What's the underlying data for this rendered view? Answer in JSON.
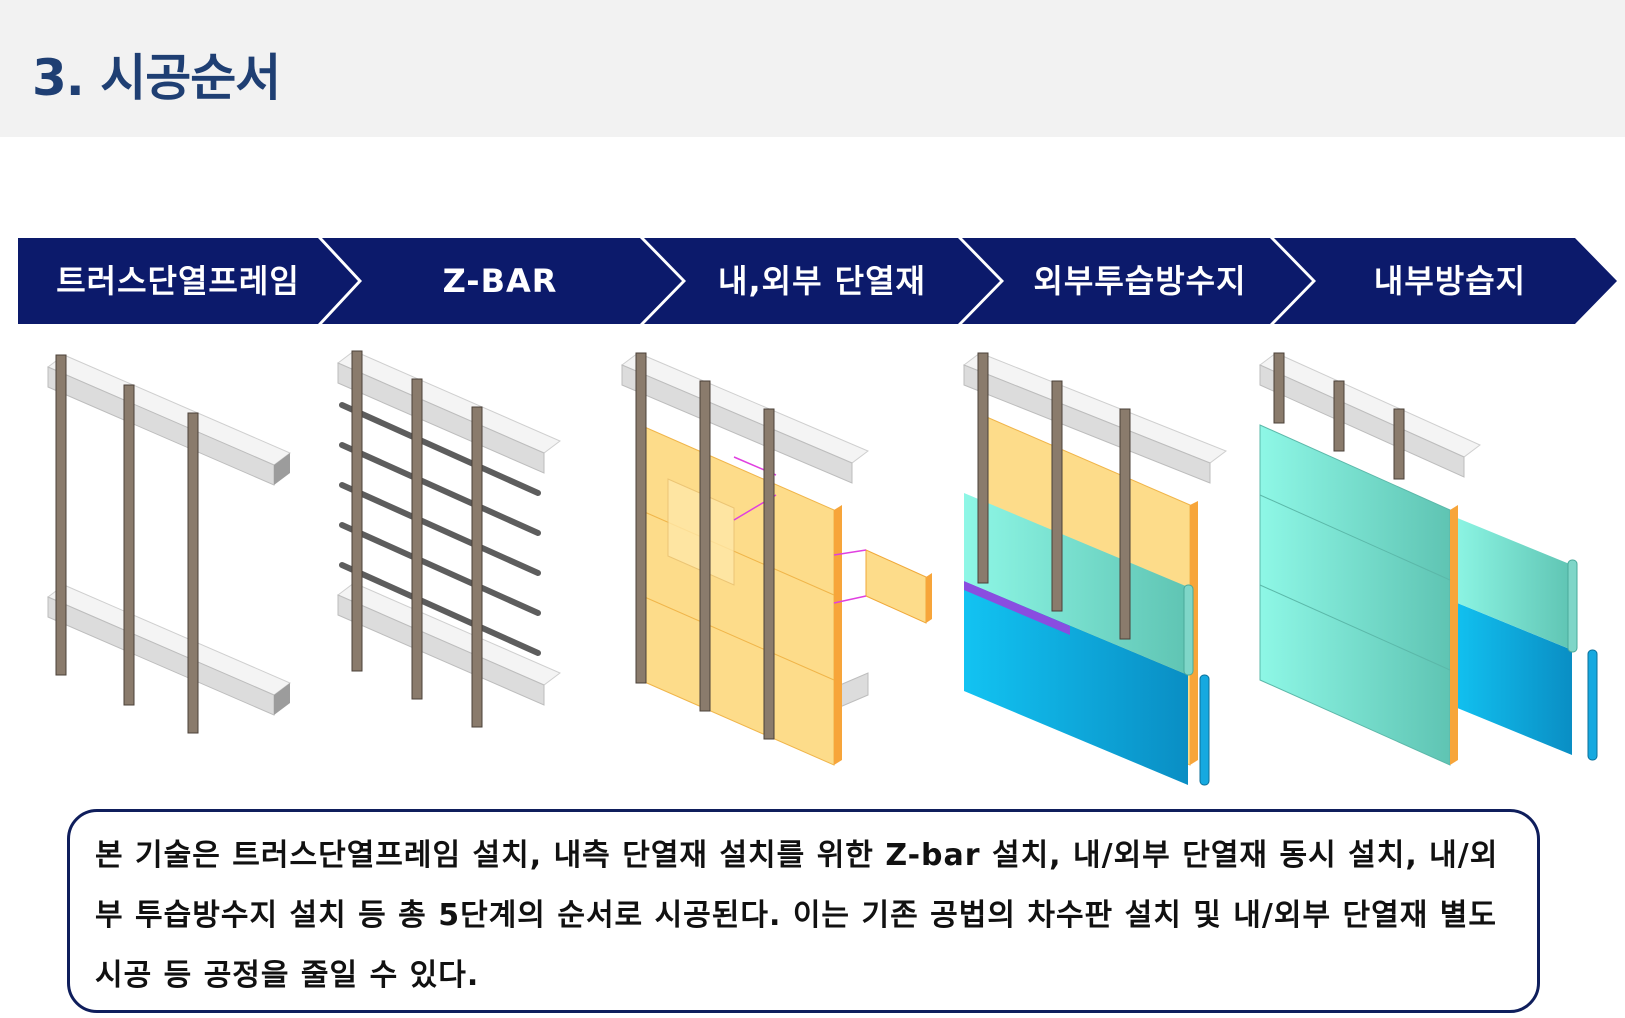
{
  "header": {
    "title": "3. 시공순서"
  },
  "steps": [
    {
      "label": "트러스단열프레임"
    },
    {
      "label": "Z-BAR"
    },
    {
      "label": "내,외부 단열재"
    },
    {
      "label": "외부투습방수지"
    },
    {
      "label": "내부방습지"
    }
  ],
  "colors": {
    "header_bg": "#f2f2f2",
    "title": "#1f3f73",
    "chevron": "#0c1a6b",
    "frame": "#8a7b6c",
    "slab": "#e6e6e6",
    "insulation": "#fddc8a",
    "membrane_outer": "#19b8e8",
    "membrane_inner": "#7eebd8"
  },
  "description": {
    "text": "본 기술은 트러스단열프레임 설치, 내측 단열재 설치를 위한 Z-bar 설치, 내/외부 단열재 동시 설치, 내/외부 투습방수지 설치 등 총 5단계의 순서로 시공된다. 이는 기존 공법의 차수판 설치 및 내/외부 단열재 별도 시공 등 공정을 줄일 수 있다."
  }
}
